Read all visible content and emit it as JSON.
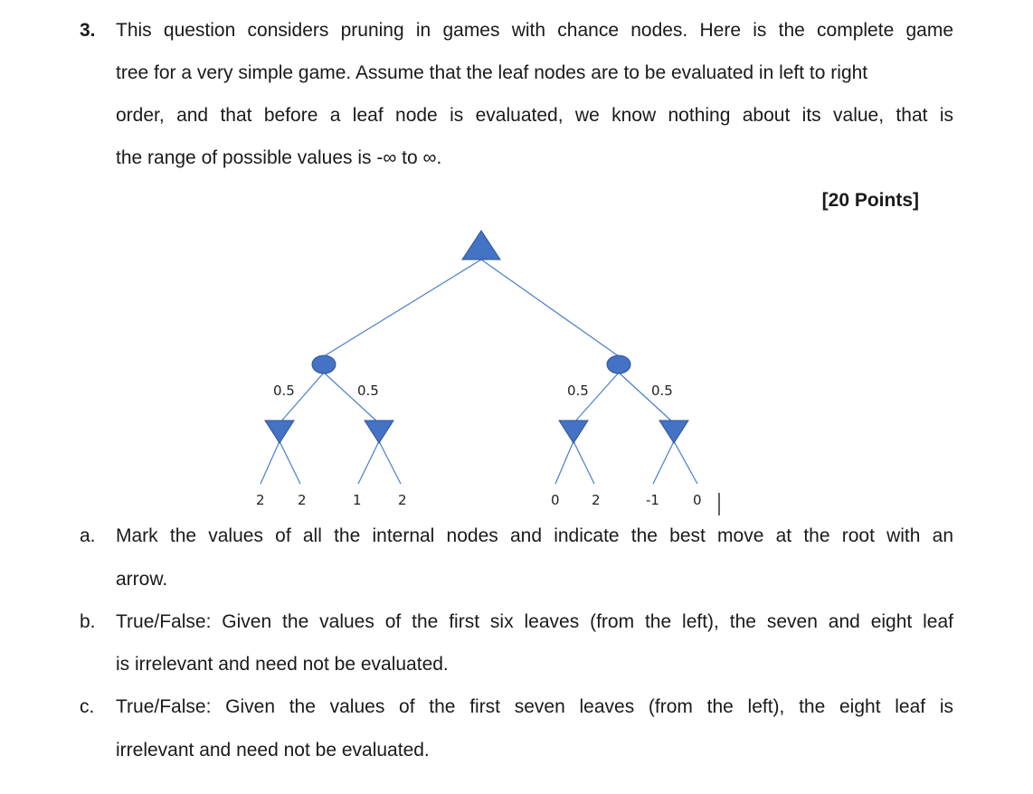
{
  "question": {
    "number": "3.",
    "intro_lines": [
      "This question considers pruning in games with chance nodes. Here is the complete game",
      "tree for a very simple game. Assume that the leaf nodes are to be evaluated in left to right",
      "order, and that before a leaf node is evaluated, we know nothing about its value, that is",
      "the range of possible values is -∞ to ∞."
    ],
    "points": "[20 Points]"
  },
  "tree": {
    "probabilities": [
      "0.5",
      "0.5",
      "0.5",
      "0.5"
    ],
    "leaves": [
      "2",
      "2",
      "1",
      "2",
      "0",
      "2",
      "-1",
      "0"
    ],
    "colors": {
      "node_fill": "#4472c4",
      "node_stroke": "#2f5597",
      "edge": "#4a7ecb"
    }
  },
  "parts": [
    {
      "label": "a.",
      "lines": [
        "Mark the values of all the internal nodes and indicate the best move at the root with an",
        "arrow."
      ]
    },
    {
      "label": "b.",
      "lines": [
        "True/False: Given the values of the first six leaves (from the left), the seven and eight leaf",
        "is irrelevant and need not be evaluated."
      ]
    },
    {
      "label": "c.",
      "lines": [
        "True/False: Given the values of the first seven leaves (from the left), the eight leaf is",
        "irrelevant and need not be evaluated."
      ]
    }
  ]
}
